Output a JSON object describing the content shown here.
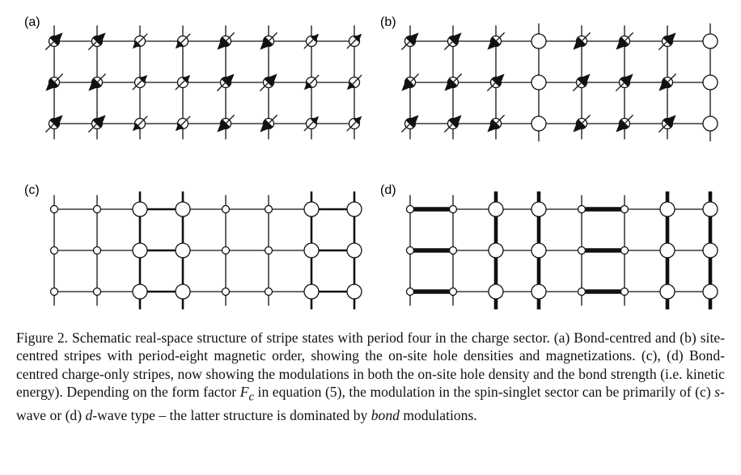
{
  "panels": [
    {
      "label": "(a)",
      "kind": "spin",
      "sites": [
        "A",
        "A",
        "S",
        "S",
        "A",
        "A",
        "S",
        "S"
      ]
    },
    {
      "label": "(b)",
      "kind": "spin",
      "sites": [
        "A",
        "A",
        "A",
        "H",
        "A",
        "A",
        "A",
        "H"
      ]
    },
    {
      "label": "(c)",
      "kind": "swave",
      "sites": [
        "s",
        "s",
        "L",
        "L",
        "s",
        "s",
        "L",
        "L"
      ]
    },
    {
      "label": "(d)",
      "kind": "dwave",
      "sites": [
        "s",
        "s",
        "L",
        "L",
        "s",
        "s",
        "L",
        "L"
      ]
    }
  ],
  "caption": {
    "figure_label": "Figure 2.",
    "t1": " Schematic real-space structure of stripe states with period four in the charge sector. (a) Bond-centred and (b) site-centred stripes with period-eight magnetic order, showing the on-site hole densities and magnetizations. (c), (d) Bond-centred charge-only stripes, now showing the modulations in both the on-site hole density and the bond strength (i.e. kinetic energy). Depending on the form factor ",
    "symbol_F": "F",
    "symbol_sub": "c",
    "t2": " in equation (5), the modulation in the spin-singlet sector can be primarily of (c) ",
    "s_italic": "s",
    "t3": "-wave or (d) ",
    "d_italic": "d",
    "t4": "-wave type – the latter structure is dominated by ",
    "bond_italic": "bond",
    "t5": " modulations."
  }
}
